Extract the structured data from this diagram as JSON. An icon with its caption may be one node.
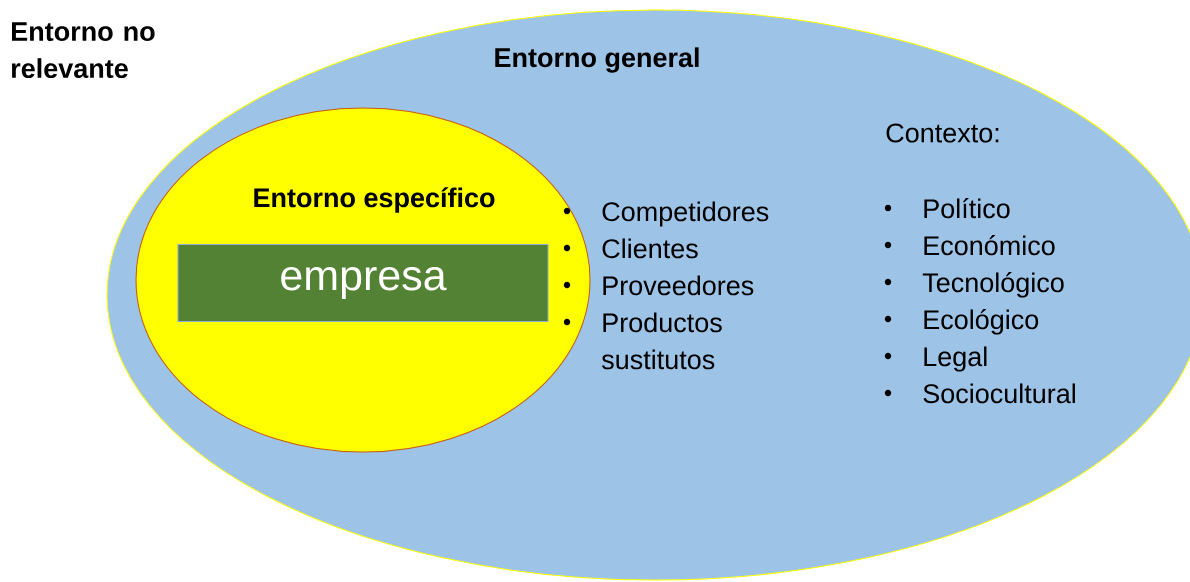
{
  "diagram": {
    "nodes": [
      {
        "text": [
          "Entorno general",
          "Contexto:",
          "Político",
          "Económico",
          "Tecnológico",
          "Ecológico",
          "Legal",
          "Sociocultural"
        ]
      },
      {
        "text": [
          "Entorno específico",
          "Competidores",
          "Clientes",
          "Proveedores",
          "Productos sustitutos"
        ],
        "in": 0
      },
      {
        "text": [
          "empresa"
        ],
        "in": 1
      }
    ],
    "labels": [
      "Entorno no relevante"
    ]
  }
}
